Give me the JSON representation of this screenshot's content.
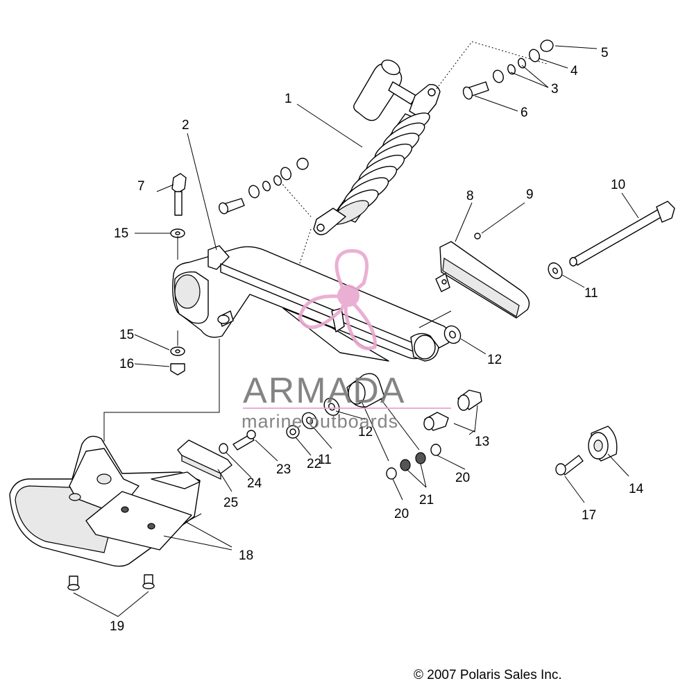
{
  "callouts": [
    "1",
    "2",
    "3",
    "4",
    "5",
    "6",
    "7",
    "8",
    "9",
    "10",
    "11",
    "11",
    "12",
    "12",
    "13",
    "14",
    "15",
    "15",
    "16",
    "17",
    "18",
    "19",
    "20",
    "20",
    "21",
    "21",
    "22",
    "23",
    "24",
    "25"
  ],
  "copyright": "© 2007 Polaris Sales Inc.",
  "watermark": {
    "name": "ARMADA",
    "tagline": "marine outboards",
    "logo_color": "#e9a7cf",
    "name_color": "#777777"
  }
}
